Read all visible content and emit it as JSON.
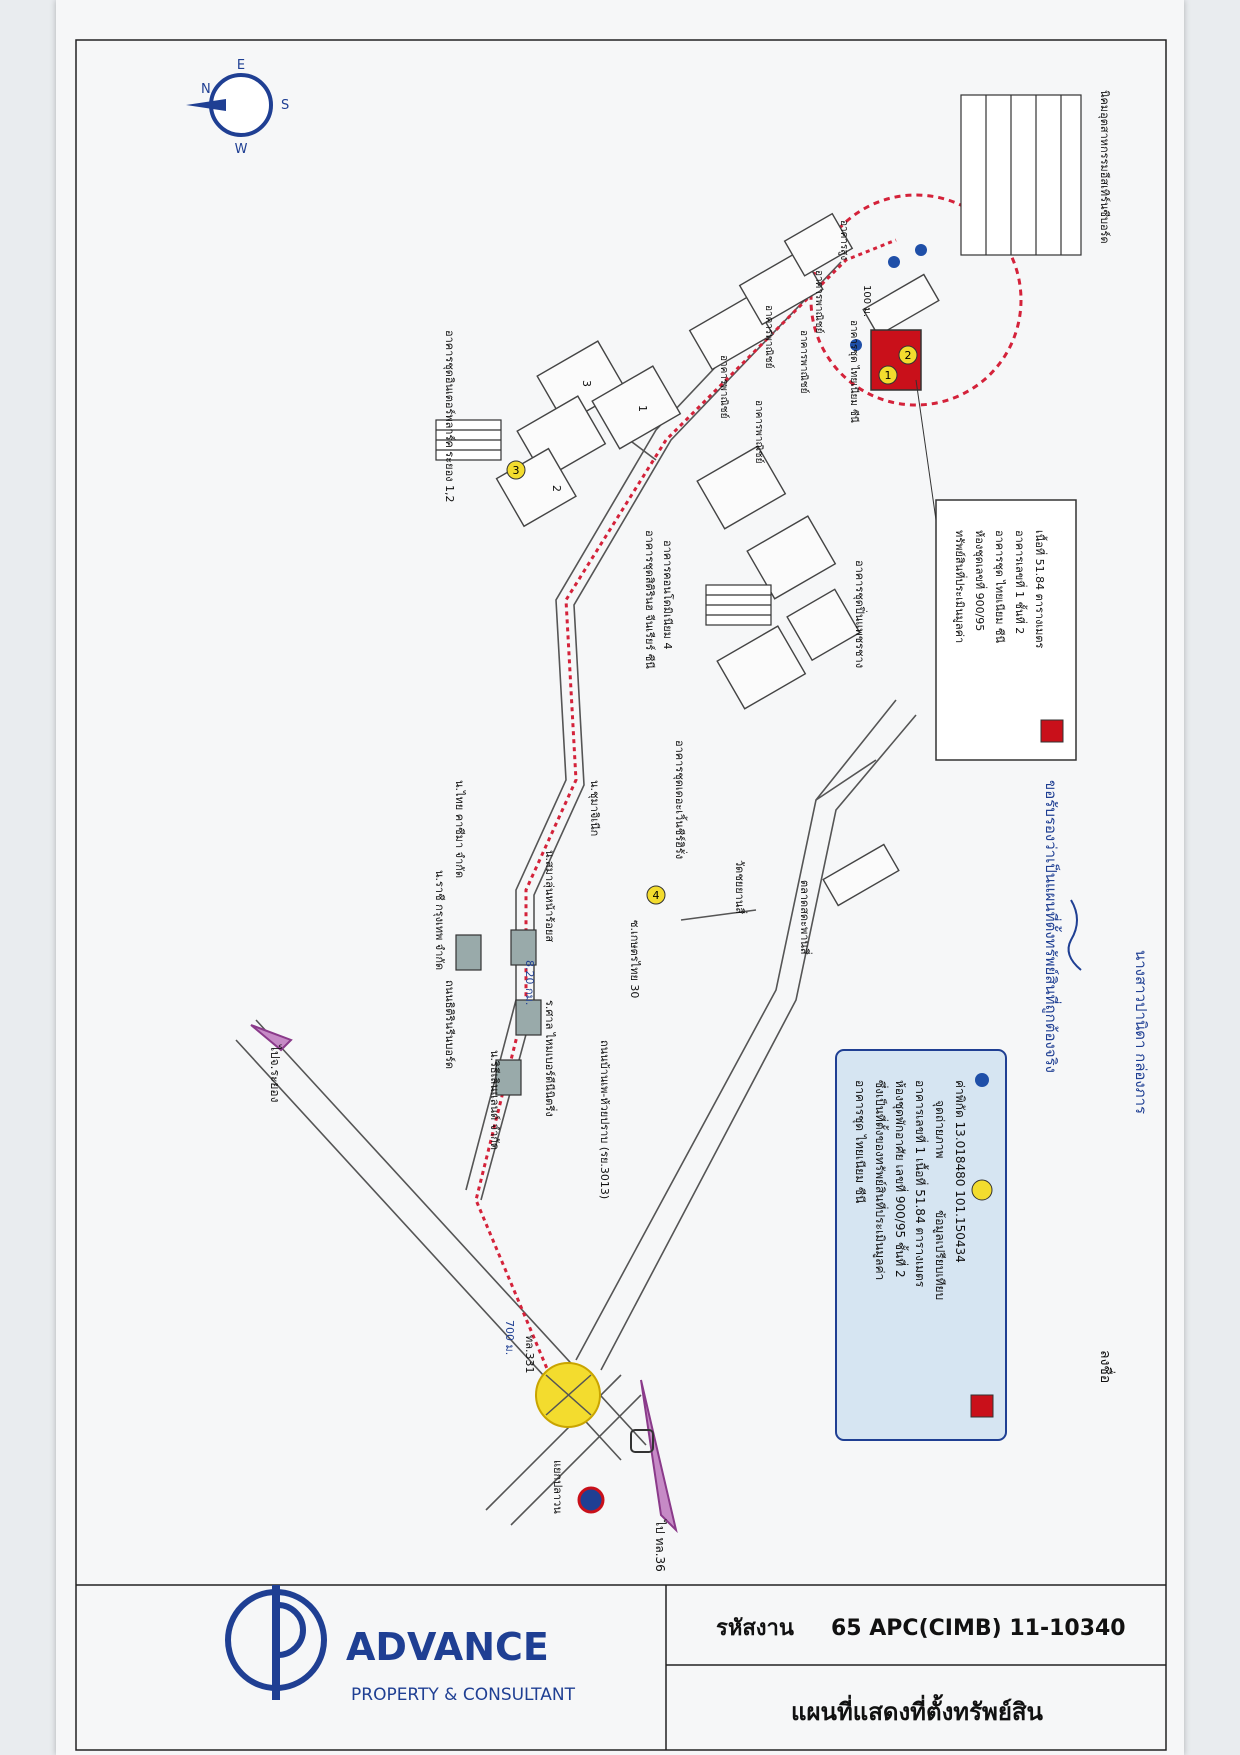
{
  "company": {
    "name": "ADVANCE",
    "tagline": "PROPERTY & CONSULTANT"
  },
  "job_code": {
    "label": "รหัสงาน",
    "value": "65 APC(CIMB) 11-10340"
  },
  "map_title": "แผนที่แสดงที่ตั้งทรัพย์สิน",
  "compass": {
    "n": "N",
    "e": "E",
    "s": "S",
    "w": "W"
  },
  "roads": {
    "to_rayong": "ไปจ.ระยอง",
    "to_36": "ไป ทล.36",
    "hwy_331": "ทล.331",
    "road_3013": "ถนนบ้านเพ-ห้วยปราบ (รย.3013)",
    "soi_30": "ซ.เกษตรไทย 30",
    "thitirin_road": "ถนนธิติรินรีนบอร์ด",
    "market": "ตลาดสดะพานสี่",
    "plaeng_wut": "แยกปลาวน"
  },
  "distances": {
    "d700": "700 ม.",
    "d820": "8.20 กม.",
    "d100": "100 ม."
  },
  "landmarks": {
    "sriwilai": "น.ริธีเลินแลนด์ จำกัด",
    "mukdad": "ร.ศาล ไหมเบอร์ดีนีนิตรี่ง",
    "bangkok": "น.ราชี กรุงเทพ จำกัด",
    "kaiti": "น.ไทย คาซีมา จำกัด",
    "raiwai": "น.สมาลุ่นหน้าร้อยส",
    "mnp": "น.ชุมาจิเนีก",
    "condo_c": "อาคารชุดเดอะเวิ้นชีร์ฮิรั่ง",
    "temple": "วัดชยยานสี่",
    "condo_4a": "อาคารชุดสิติรินฮ จีนเรียร์ ซีนี",
    "condo_4b": "อาคารคอนโดมิเนียม 4",
    "condo_subject": "อาคารชุด ไทยเนียม ซีนี",
    "condo_12": "อาคารชุดอินเตอร์พลาร์ค ระยอง 1,2",
    "condo_pan": "อาคารชุดปิ่นแพชรชาง",
    "commercial1": "อาคารพาณิชย์",
    "commercial2": "อาคารพาณิชย์",
    "commercial3": "อาคารพาณิชย์",
    "commercial4": "อาคารพาณิชย์",
    "commercial5": "อาคารพาณิชย์",
    "hospital": "อาคารสูง",
    "plaza": "นิคมอุตสาหกรรมอีสเทิร์นซีบอร์ด"
  },
  "building_numbers": {
    "b1": "1",
    "b2": "2",
    "b3": "3"
  },
  "markers": {
    "m1": "1",
    "m2": "2",
    "m3": "3",
    "m4": "4"
  },
  "inset": {
    "line1": "ทรัพย์สินที่ประเมินมูลค่า",
    "line2": "ห้องชุดเลขที่ 900/95",
    "line3": "อาคารชุด ไทยเนียม ซีนี",
    "line4": "อาคารเลขที่ 1 ชั้นที่ 2",
    "line5": "เนื้อที่ 51.84 ตารางเมตร"
  },
  "legend": {
    "line1": "อาคารชุด ไทยเนียม ซีนี",
    "line2": "ซึ่งเป็นที่ตั้งของทรัพย์สินที่ประเมินมูลค่า",
    "line3": "ห้องชุดพักอาศัย เลขที่ 900/95 ชั้นที่ 2",
    "line4": "อาคารเลขที่ 1 เนื้อที่ 51.84 ตารางเมตร",
    "line5": "ข้อมูลเปรียบเทียบ",
    "line6": "จุดถ่ายภาพ",
    "line7": "ค่าพิกัด 13.018480 101.150434"
  },
  "certification": {
    "text": "ขอรับรองว่าเป็นแผนที่ตั้งทรัพย์สินที่ถูกต้องจริง",
    "sign_label": "ลงชื่อ",
    "signer": "นางสาวปานิดา กล่องภาร"
  },
  "colors": {
    "brand_blue": "#1f3f93",
    "route_red": "#d4223a",
    "subject_red": "#c9101a",
    "marker_yellow": "#f3dc2e",
    "legend_bg": "#d6e5f2"
  }
}
